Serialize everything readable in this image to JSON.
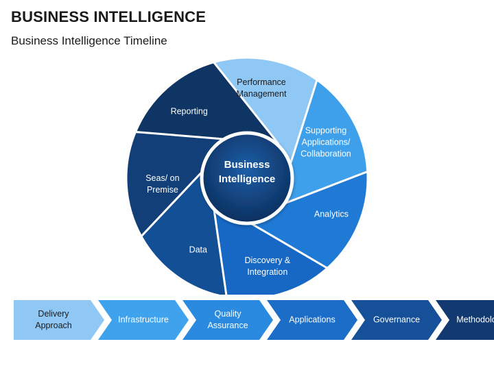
{
  "header": {
    "title": "BUSINESS INTELLIGENCE",
    "subtitle": "Business Intelligence Timeline"
  },
  "wheel": {
    "center_label_line1": "Business",
    "center_label_line2": "Intelligence",
    "segments": [
      {
        "line1": "Performance",
        "line2": "Management",
        "line3": "",
        "color": "#8fc8f5"
      },
      {
        "line1": "Supporting",
        "line2": "Applications/",
        "line3": "Collaboration",
        "color": "#3ea0ea"
      },
      {
        "line1": "Analytics",
        "line2": "",
        "line3": "",
        "color": "#1f7ad6"
      },
      {
        "line1": "Discovery &",
        "line2": "Integration",
        "line3": "",
        "color": "#1668c4"
      },
      {
        "line1": "Data",
        "line2": "",
        "line3": "",
        "color": "#134f94"
      },
      {
        "line1": "Seas/ on",
        "line2": "Premise",
        "line3": "",
        "color": "#123f78"
      },
      {
        "line1": "Reporting",
        "line2": "",
        "line3": "",
        "color": "#0e3563"
      }
    ]
  },
  "timeline": [
    {
      "line1": "Delivery",
      "line2": "Approach",
      "color": "#8fc8f5"
    },
    {
      "line1": "Infrastructure",
      "line2": "",
      "color": "#3fa2ec"
    },
    {
      "line1": "Quality",
      "line2": "Assurance",
      "color": "#2a8ae0"
    },
    {
      "line1": "Applications",
      "line2": "",
      "color": "#1b6dc7"
    },
    {
      "line1": "Governance",
      "line2": "",
      "color": "#155099"
    },
    {
      "line1": "Methodology",
      "line2": "",
      "color": "#123a70"
    }
  ]
}
